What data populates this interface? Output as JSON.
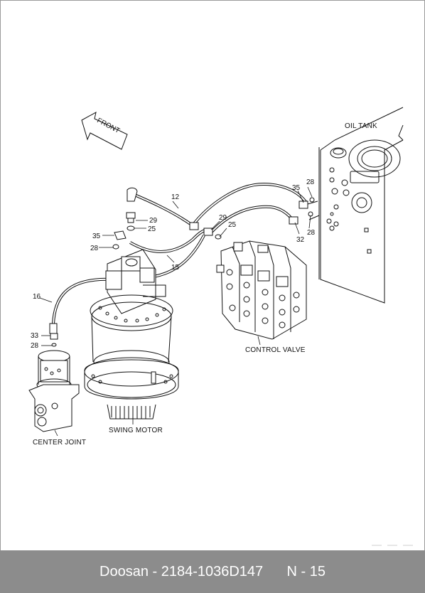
{
  "labels": {
    "front": "FRONT",
    "oil_tank": "OIL TANK",
    "control_valve": "CONTROL VALVE",
    "swing_motor": "SWING MOTOR",
    "center_joint": "CENTER JOINT"
  },
  "callouts": {
    "c12": "12",
    "c29a": "29",
    "c25a": "25",
    "c35a": "35",
    "c28a": "28",
    "c15": "15",
    "c16": "16",
    "c33": "33",
    "c28b": "28",
    "c29b": "29",
    "c25b": "25",
    "c28c": "28",
    "c35b": "35",
    "c32": "32",
    "c28d": "28"
  },
  "footer": {
    "brand": "Doosan",
    "separator": " - ",
    "part_number": "2184-1036D147",
    "page": "N - 15"
  },
  "colors": {
    "footer_bg": "#8c8c8c",
    "line": "#111111"
  }
}
